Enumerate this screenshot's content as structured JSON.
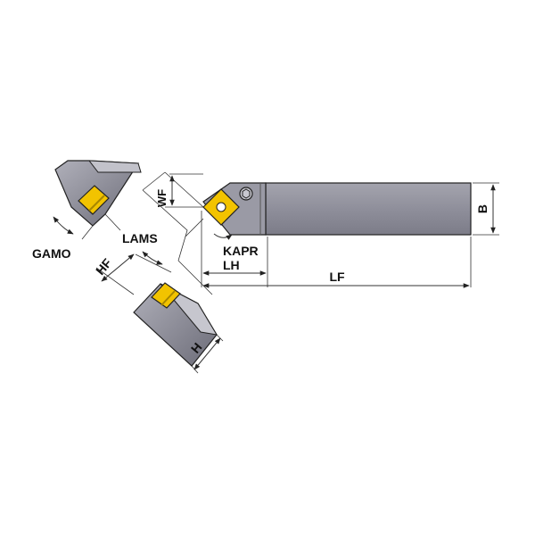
{
  "labels": {
    "wf": "WF",
    "b": "B",
    "kapr": "KAPR",
    "lh": "LH",
    "lf": "LF",
    "lams": "LAMS",
    "hf": "HF",
    "gamo": "GAMO",
    "h": "H"
  },
  "colors": {
    "shank_fill": "#8f8f9b",
    "shank_dark": "#6e6e7a",
    "shank_light": "#b4b4be",
    "insert_yellow": "#f2c300",
    "insert_dark": "#a88700",
    "line": "#222222",
    "dim_line": "#333333"
  },
  "icons": [
    "screw-icon",
    "insert-hole-icon"
  ]
}
